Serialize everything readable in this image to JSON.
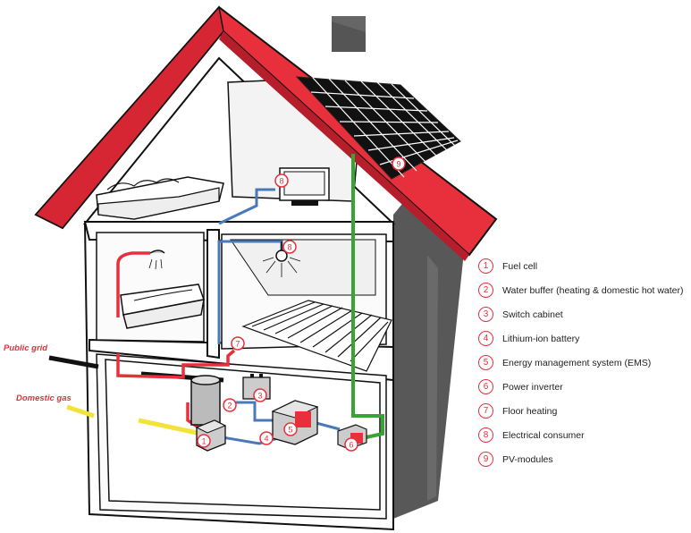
{
  "labels": {
    "public_grid": "Public grid",
    "domestic_gas": "Domestic gas"
  },
  "legend": [
    {
      "num": "1",
      "label": "Fuel cell"
    },
    {
      "num": "2",
      "label": "Water buffer (heating & domestic hot water)"
    },
    {
      "num": "3",
      "label": "Switch cabinet"
    },
    {
      "num": "4",
      "label": "Lithium-ion battery"
    },
    {
      "num": "5",
      "label": "Energy management system (EMS)"
    },
    {
      "num": "6",
      "label": "Power inverter"
    },
    {
      "num": "7",
      "label": "Floor heating"
    },
    {
      "num": "8",
      "label": "Electrical consumer"
    },
    {
      "num": "9",
      "label": "PV-modules"
    }
  ],
  "badges": {
    "fuel_cell": "1",
    "water_buffer": "2",
    "switch_cabinet": "3",
    "battery": "4",
    "ems": "5",
    "inverter": "6",
    "floor_heating": "7",
    "consumer_tv": "8",
    "consumer_lamp": "8",
    "pv": "9"
  },
  "colors": {
    "roof": "#e8303c",
    "accent": "#e8303c",
    "heating_pipe": "#e8303c",
    "water_pipe": "#4a78b8",
    "pv_line": "#3aa335",
    "grid_line": "#111111",
    "gas_line": "#f2e33a",
    "chimney": "#555555"
  }
}
